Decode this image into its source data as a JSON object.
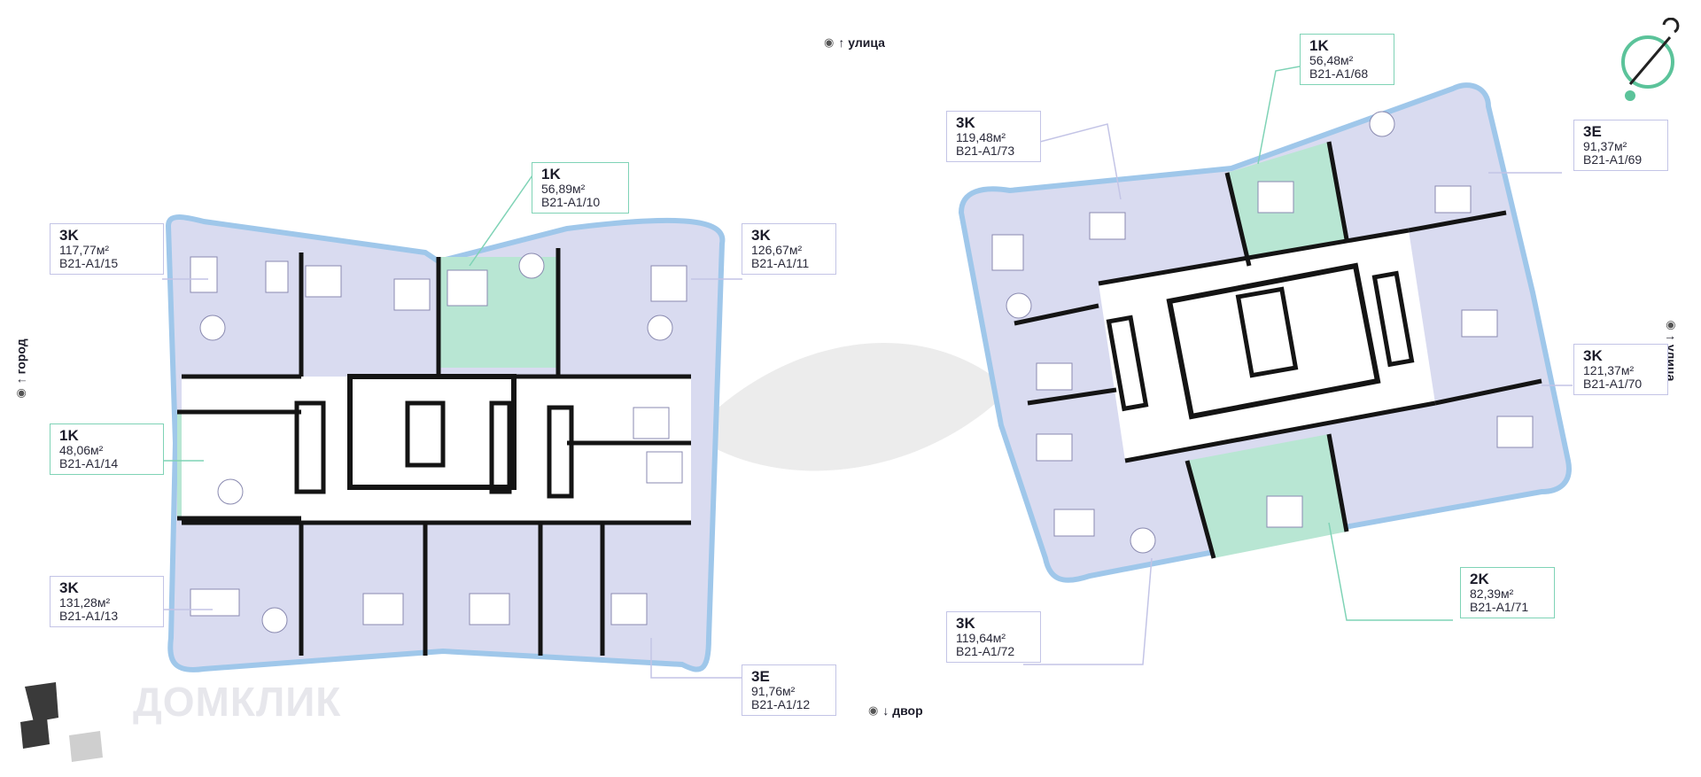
{
  "directions": {
    "street_top": "↑ улица",
    "yard_bottom": "↓ двор",
    "city_left": "↑ город",
    "street_right": "↑ улица"
  },
  "apartments": [
    {
      "id": "a15",
      "type": "3K",
      "area": "117,77м²",
      "code": "B21-A1/15",
      "style": "purple"
    },
    {
      "id": "a10",
      "type": "1K",
      "area": "56,89м²",
      "code": "B21-A1/10",
      "style": "green"
    },
    {
      "id": "a11",
      "type": "3K",
      "area": "126,67м²",
      "code": "B21-A1/11",
      "style": "purple"
    },
    {
      "id": "a14",
      "type": "1K",
      "area": "48,06м²",
      "code": "B21-A1/14",
      "style": "green"
    },
    {
      "id": "a13",
      "type": "3K",
      "area": "131,28м²",
      "code": "B21-A1/13",
      "style": "purple"
    },
    {
      "id": "a12",
      "type": "3E",
      "area": "91,76м²",
      "code": "B21-A1/12",
      "style": "purple"
    },
    {
      "id": "a68",
      "type": "1K",
      "area": "56,48м²",
      "code": "B21-A1/68",
      "style": "green"
    },
    {
      "id": "a73",
      "type": "3K",
      "area": "119,48м²",
      "code": "B21-A1/73",
      "style": "purple"
    },
    {
      "id": "a69",
      "type": "3E",
      "area": "91,37м²",
      "code": "B21-A1/69",
      "style": "purple"
    },
    {
      "id": "a70",
      "type": "3K",
      "area": "121,37м²",
      "code": "B21-A1/70",
      "style": "purple"
    },
    {
      "id": "a71",
      "type": "2K",
      "area": "82,39м²",
      "code": "B21-A1/71",
      "style": "green"
    },
    {
      "id": "a72",
      "type": "3K",
      "area": "119,64м²",
      "code": "B21-A1/72",
      "style": "purple"
    }
  ],
  "watermark": "ДОМКЛИК",
  "colors": {
    "purple_fill": "#d9dbf0",
    "green_fill": "#b8e6d3",
    "wall": "#141414",
    "glass": "#9fc7ea",
    "corridor": "#ffffff",
    "leader_purple": "#c3c4e6",
    "leader_green": "#7fd3b6",
    "compass": "#5bc39a"
  }
}
